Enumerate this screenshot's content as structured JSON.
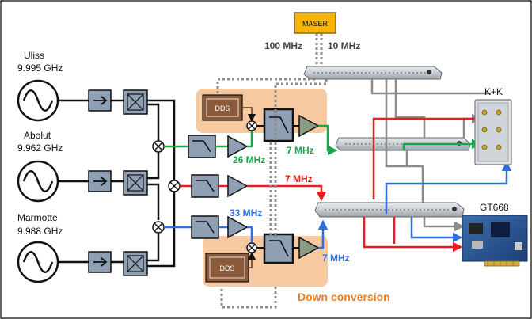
{
  "diagram": {
    "sources": [
      {
        "name": "Uliss",
        "freq": "9.995 GHz"
      },
      {
        "name": "Abolut",
        "freq": "9.962 GHz"
      },
      {
        "name": "Marmotte",
        "freq": "9.988 GHz"
      }
    ],
    "maser_label": "MASER",
    "ref_labels": {
      "left": "100 MHz",
      "right": "10 MHz"
    },
    "dds_label": "DDS",
    "if_labels": {
      "green_in": "26 MHz",
      "green_out": "7 MHz",
      "red_out": "7 MHz",
      "blue_in": "33 MHz",
      "blue_out": "7 MHz"
    },
    "counters": {
      "kk": "K+K",
      "gt": "GT668"
    },
    "section_label": "Down conversion",
    "colors": {
      "green": "#1aa64a",
      "red": "#e61e1e",
      "blue": "#2f6fe0",
      "grey": "#8c8c8c",
      "orange_box": "#f6c9a0",
      "maser_fill": "#f7b400",
      "section_text": "#f07d1e",
      "block_fill": "#8fa0b4"
    }
  }
}
